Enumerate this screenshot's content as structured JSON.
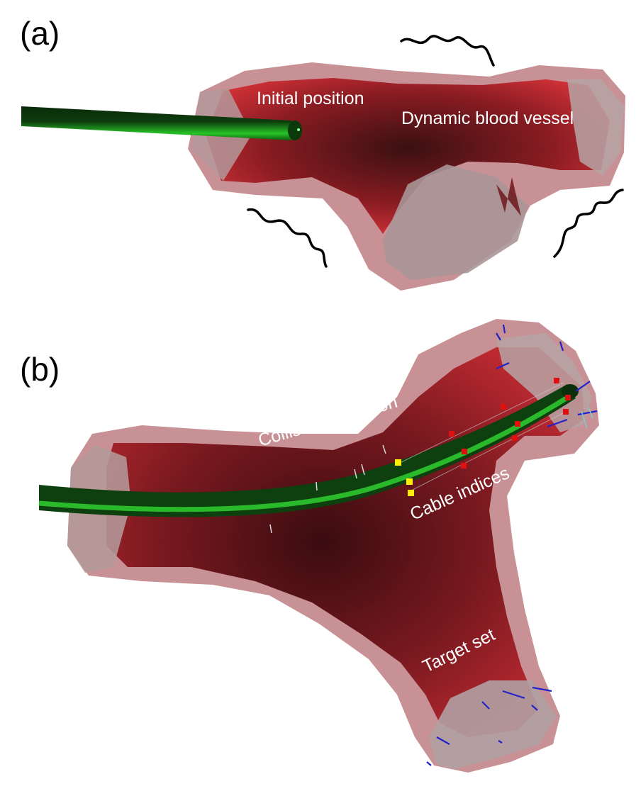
{
  "panels": [
    {
      "tag": "(a)",
      "labels": {
        "initial": "Initial position",
        "vessel": "Dynamic blood vessel"
      }
    },
    {
      "tag": "(b)",
      "labels": {
        "collision": "Collision detection",
        "cable": "Cable indices",
        "target": "Target set"
      }
    }
  ],
  "colors": {
    "vessel": "#c0262f",
    "vessel_dark": "#3e0c10",
    "wall": "#b98d92",
    "catheter": "#1fbf1f",
    "collision_marker": "#ffee00",
    "cable_marker": "#e01010",
    "target_arrow": "#2020c0",
    "motion_line": "#000000"
  }
}
